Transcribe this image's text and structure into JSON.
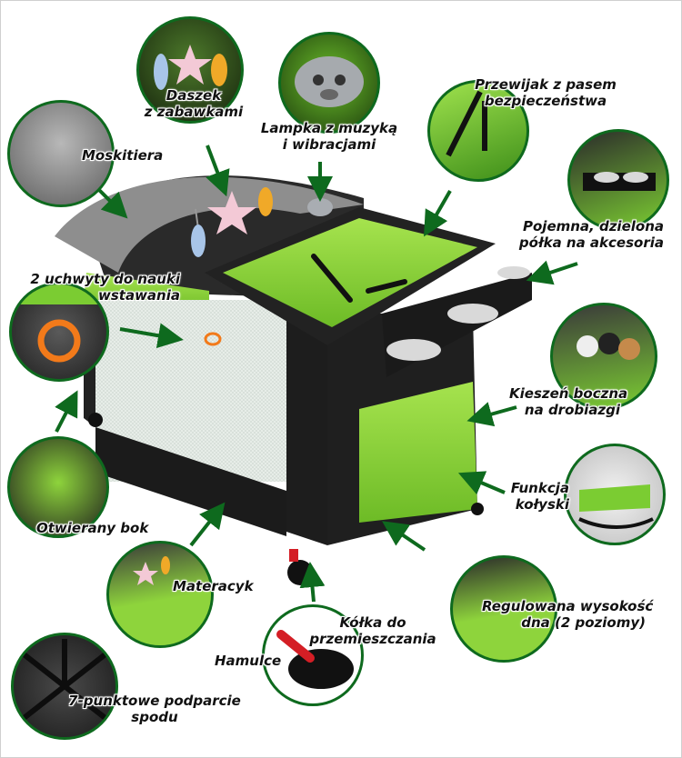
{
  "labels": {
    "daszek": [
      "Daszek",
      "z zabawkami"
    ],
    "lampka": [
      "Lampka z muzyką",
      "i wibracjami"
    ],
    "przewijak": [
      "Przewijak z pasem",
      "bezpieczeństwa"
    ],
    "moskitiera": [
      "Moskitiera"
    ],
    "polka": [
      "Pojemna, dzielona",
      "półka na akcesoria"
    ],
    "uchwyty": [
      "2 uchwyty do nauki",
      "wstawania"
    ],
    "kieszen": [
      "Kieszeń boczna",
      "na drobiazgi"
    ],
    "funkcja": [
      "Funkcja",
      "kołyski"
    ],
    "otwierany": [
      "Otwierany bok"
    ],
    "materacyk": [
      "Materacyk"
    ],
    "kolka": [
      "Kółka do",
      "przemieszczania"
    ],
    "regulowana": [
      "Regulowana wysokość",
      "dna (2 poziomy)"
    ],
    "hamulce": [
      "Hamulce"
    ],
    "podparcie": [
      "7-punktowe podparcie",
      "spodu"
    ]
  },
  "colors": {
    "accent_green": "#8ed43c",
    "dark_green": "#0e6a1e",
    "frame_dark": "#1d1d1d"
  }
}
